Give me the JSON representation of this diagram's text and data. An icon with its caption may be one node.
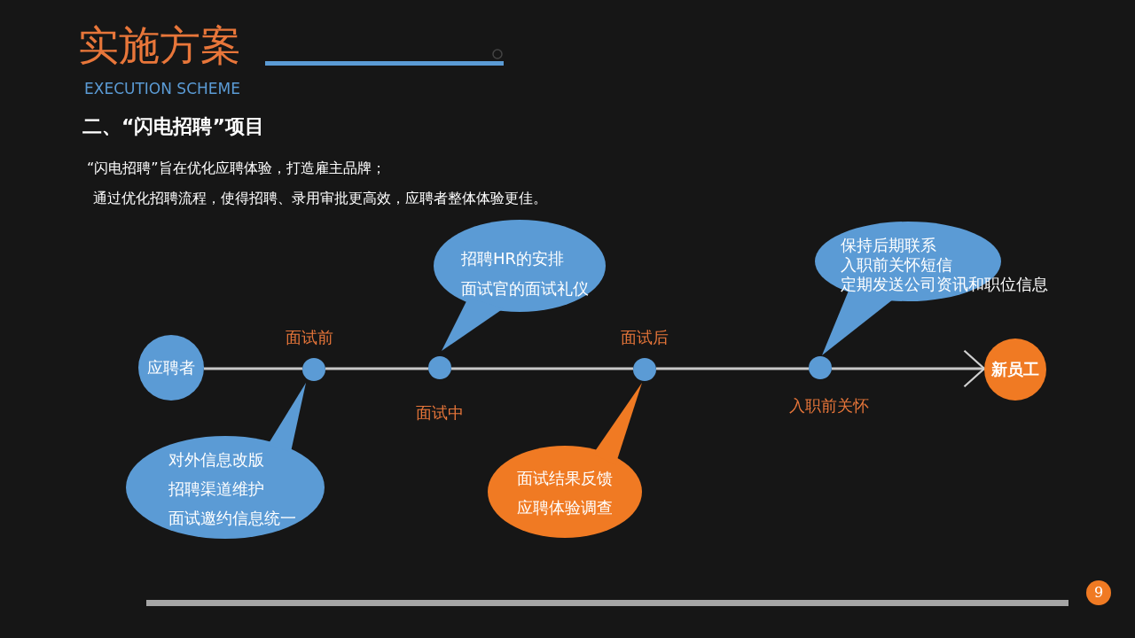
{
  "diagram": {
    "title": "实施方案",
    "nodes": [
      {
        "text": [
          "应聘者"
        ]
      },
      {
        "text": [],
        "shape": "circle",
        "beside": [
          "面试前"
        ]
      },
      {
        "text": [],
        "shape": "circle",
        "beside": [
          "面试中"
        ]
      },
      {
        "text": [],
        "shape": "circle",
        "beside": [
          "面试后"
        ]
      },
      {
        "text": [],
        "shape": "circle",
        "beside": [
          "入职前关怀"
        ]
      },
      {
        "text": [
          "新员工"
        ]
      },
      {
        "text": [
          "对外信息改版",
          "招聘渠道维护",
          "面试邀约信息统一"
        ]
      },
      {
        "text": [
          "招聘HR的安排",
          "面试官的面试礼仪"
        ]
      },
      {
        "text": [
          "面试结果反馈",
          "应聘体验调查"
        ]
      },
      {
        "text": [
          "保持后期联系",
          "入职前关怀短信",
          "定期发送公司资讯和职位信息"
        ]
      }
    ],
    "edges": [
      {
        "from": 0,
        "to": 1,
        "arrow": "none"
      },
      {
        "from": 1,
        "to": 2,
        "arrow": "none"
      },
      {
        "from": 2,
        "to": 3,
        "arrow": "none"
      },
      {
        "from": 3,
        "to": 4,
        "arrow": "none"
      },
      {
        "from": 4,
        "to": 5,
        "arrow": "to"
      }
    ],
    "labels": [
      "EXECUTION SCHEME",
      "二、“闪电招聘”项目",
      "“闪电招聘”旨在优化应聘体验，打造雇主品牌；",
      "通过优化招聘流程，使得招聘、录用审批更高效，应聘者整体体验更佳。",
      "9"
    ]
  }
}
